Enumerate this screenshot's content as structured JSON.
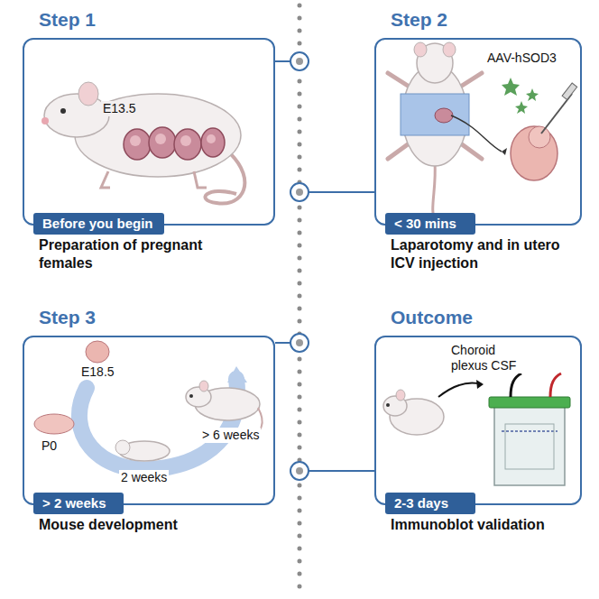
{
  "diagram": {
    "nodes": [
      {
        "text": [
          "Step 1",
          "Preparation of pregnant females"
        ]
      },
      {
        "text": [
          "Before you begin"
        ],
        "in": 0
      },
      {
        "text": [
          "Step 2",
          "Laparotomy and in utero ICV injection"
        ]
      },
      {
        "text": [
          "< 30 mins"
        ],
        "in": 2
      },
      {
        "text": [
          "Step 3",
          "Mouse development"
        ]
      },
      {
        "text": [
          "> 2 weeks"
        ],
        "in": 4
      },
      {
        "text": [
          "Outcome",
          "Immunoblot validation"
        ]
      },
      {
        "text": [
          "2-3 days"
        ],
        "in": 6
      }
    ],
    "labels": [
      "E13.5",
      "AAV-hSOD3",
      "E18.5",
      "P0",
      "2 weeks",
      "> 6 weeks",
      "Choroid plexus CSF"
    ]
  }
}
